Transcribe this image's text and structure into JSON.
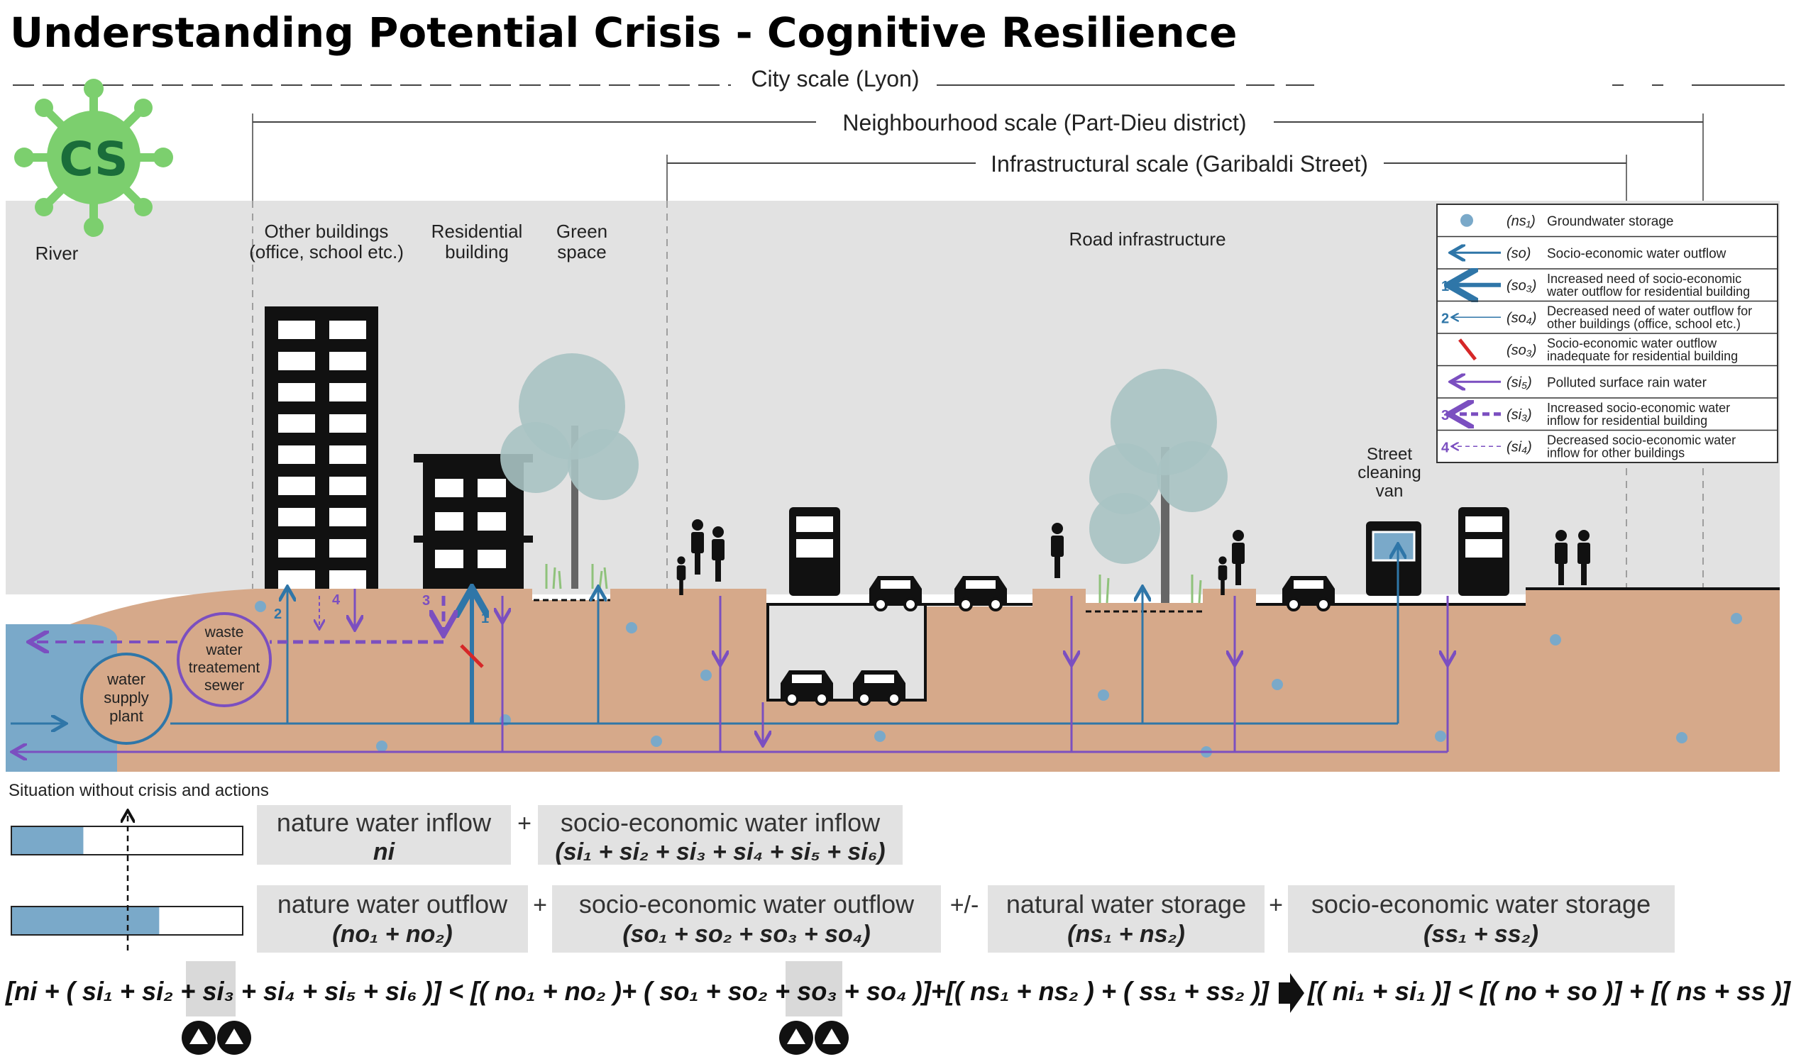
{
  "title": "Understanding Potential Crisis - Cognitive Resilience",
  "logo_text": "CS",
  "scales": {
    "city": "City scale (Lyon)",
    "neighbourhood": "Neighbourhood scale (Part-Dieu district)",
    "infrastructure": "Infrastructural scale (Garibaldi Street)"
  },
  "zones": {
    "river": "River",
    "other_buildings_1": "Other buildings",
    "other_buildings_2": "(office, school etc.)",
    "residential_1": "Residential",
    "residential_2": "building",
    "green_1": "Green",
    "green_2": "space",
    "road": "Road infrastructure",
    "van_1": "Street",
    "van_2": "cleaning",
    "van_3": "van"
  },
  "plants": {
    "waste_1": "waste",
    "waste_2": "water",
    "waste_3": "treatement",
    "waste_4": "sewer",
    "supply_1": "water",
    "supply_2": "supply",
    "supply_3": "plant"
  },
  "arrow_numbers": {
    "n1": "1",
    "n2": "2",
    "n3": "3",
    "n4": "4"
  },
  "legend": [
    {
      "symbol": "dot",
      "num": "",
      "code": "(ns₁)",
      "text1": "Groundwater storage",
      "text2": ""
    },
    {
      "symbol": "arrow-blue",
      "num": "",
      "code": "(so)",
      "text1": "Socio-economic water outflow",
      "text2": ""
    },
    {
      "symbol": "arrow-blue-thick",
      "num": "1",
      "code": "(so₃)",
      "text1": "Increased need of socio-economic",
      "text2": "water outflow for residential building"
    },
    {
      "symbol": "arrow-blue-thin",
      "num": "2",
      "code": "(so₄)",
      "text1": "Decreased need of water outflow for",
      "text2": "other buildings (office, school etc.)"
    },
    {
      "symbol": "red-slash",
      "num": "",
      "code": "(so₃)",
      "text1": "Socio-economic water outflow",
      "text2": "inadequate for residential building"
    },
    {
      "symbol": "arrow-purple",
      "num": "",
      "code": "(si₅)",
      "text1": "Polluted surface rain water",
      "text2": ""
    },
    {
      "symbol": "arrow-purple-dash-thick",
      "num": "3",
      "code": "(si₃)",
      "text1": "Increased socio-economic water",
      "text2": "inflow for residential building"
    },
    {
      "symbol": "arrow-purple-dash-thin",
      "num": "4",
      "code": "(si₄)",
      "text1": "Decreased socio-economic water",
      "text2": "inflow for other buildings"
    }
  ],
  "situation_label": "Situation without crisis and actions",
  "bars": {
    "top_fill": 0.31,
    "bottom_fill": 0.64
  },
  "equations": {
    "nature_inflow": "nature water inflow",
    "plus1": "+",
    "socio_inflow": "socio-economic water inflow",
    "ni": "ni",
    "si_sum": "(si₁ + si₂ + si₃ + si₄ + si₅ + si₆)",
    "nature_outflow": "nature water outflow",
    "plus2": "+",
    "socio_outflow": "socio-economic water outflow",
    "plusminus": "+/-",
    "natural_storage": "natural water storage",
    "plus3": "+",
    "socio_storage": "socio-economic water storage",
    "no_sum": "(no₁ + no₂)",
    "so_sum": "(so₁ + so₂ + so₃ + so₄)",
    "ns_sum": "(ns₁ + ns₂)",
    "ss_sum": "(ss₁ + ss₂)"
  },
  "formula": {
    "left": "[ni + ( si₁ + si₂ + si₃ + si₄ + si₅ + si₆ )] < [( no₁ + no₂ )+ ( so₁ + so₂ + so₃ + so₄ )]+[( ns₁ + ns₂ ) + ( ss₁ + ss₂ )]",
    "right": "[( ni₁ + si₁ )] < [( no + so )] + [( ns + ss )]"
  },
  "colors": {
    "sky": "#e2e2e2",
    "ground": "#d6a98a",
    "water": "#7aa9c9",
    "blue_flow": "#2f76a8",
    "purple_flow": "#7b4fc0",
    "tree": "#a9c3c3",
    "logo": "#7ccf6e",
    "building": "#111111"
  }
}
